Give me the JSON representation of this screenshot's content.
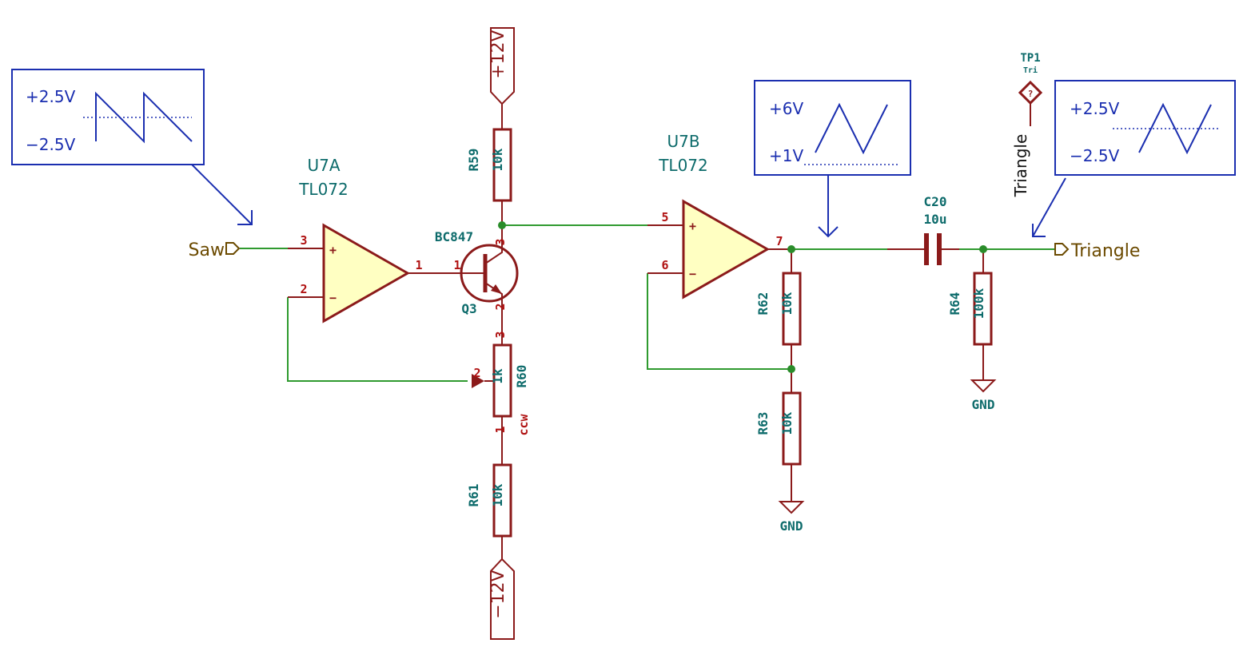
{
  "u7a": {
    "ref": "U7A",
    "value": "TL072",
    "pin_plus": "3",
    "pin_minus": "2",
    "pin_out": "1",
    "plus": "+",
    "minus": "−"
  },
  "u7b": {
    "ref": "U7B",
    "value": "TL072",
    "pin_plus": "5",
    "pin_minus": "6",
    "pin_out": "7",
    "plus": "+",
    "minus": "−"
  },
  "q3": {
    "ref": "Q3",
    "value": "BC847",
    "pin_b": "1",
    "pin_c": "3",
    "pin_e": "2"
  },
  "r59": {
    "ref": "R59",
    "value": "10k"
  },
  "r60": {
    "ref": "R60",
    "value": "1k",
    "pin_top": "3",
    "pin_wiper": "2",
    "pin_bottom": "1",
    "ccw": "ccw"
  },
  "r61": {
    "ref": "R61",
    "value": "10k"
  },
  "r62": {
    "ref": "R62",
    "value": "10k"
  },
  "r63": {
    "ref": "R63",
    "value": "10k"
  },
  "r64": {
    "ref": "R64",
    "value": "100k"
  },
  "c20": {
    "ref": "C20",
    "value": "10u"
  },
  "tp1": {
    "ref": "TP1",
    "value": "Tri",
    "q": "?",
    "net_label": "Triangle"
  },
  "power": {
    "pos": "+12V",
    "neg": "−12V",
    "gnd1": "GND",
    "gnd2": "GND"
  },
  "nets": {
    "saw": "Saw",
    "triangle": "Triangle"
  },
  "notes": {
    "saw_top": "+2.5V",
    "saw_bottom": "−2.5V",
    "mid_top": "+6V",
    "mid_bottom": "+1V",
    "tri_top": "+2.5V",
    "tri_bottom": "−2.5V"
  },
  "colors": {
    "wire": "#2f9a2f",
    "symbol": "#8b1a1a",
    "opamp_fill": "#ffffc2",
    "reference": "#0d6b6b",
    "pin_number": "#b01212",
    "annotation": "#1b2fb0",
    "net_label": "#6b4a00"
  }
}
